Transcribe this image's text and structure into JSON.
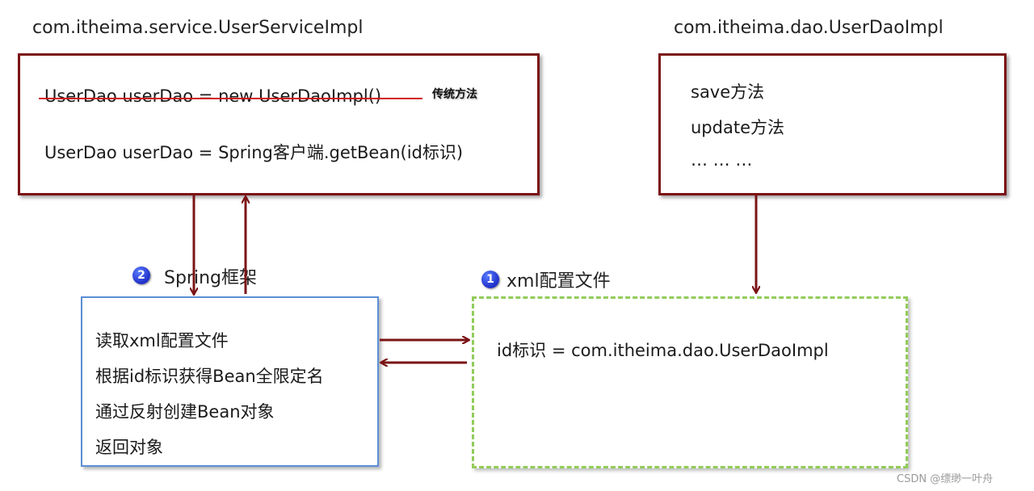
{
  "service_panel": {
    "title": "com.itheima.service.UserServiceImpl",
    "line1": "UserDao userDao = new UserDaoImpl()",
    "line1_note": "传统方法",
    "line2": "UserDao userDao = Spring客户端.getBean(id标识)"
  },
  "dao_panel": {
    "title": "com.itheima.dao.UserDaoImpl",
    "lines": [
      "save方法",
      "update方法",
      "… … …"
    ]
  },
  "spring_panel": {
    "badge": "2",
    "label": "Spring框架",
    "lines": [
      "读取xml配置文件",
      "根据id标识获得Bean全限定名",
      "通过反射创建Bean对象",
      "返回对象"
    ]
  },
  "xml_panel": {
    "badge": "1",
    "label": "xml配置文件",
    "line": "id标识 = com.itheima.dao.UserDaoImpl"
  },
  "watermark": "CSDN @缥缈一叶舟",
  "colors": {
    "arrow": "#7b1416",
    "red_border": "#7b1416",
    "blue_border": "#5b8fd6",
    "green_border": "#92cc5a",
    "strike": "#d01818"
  }
}
